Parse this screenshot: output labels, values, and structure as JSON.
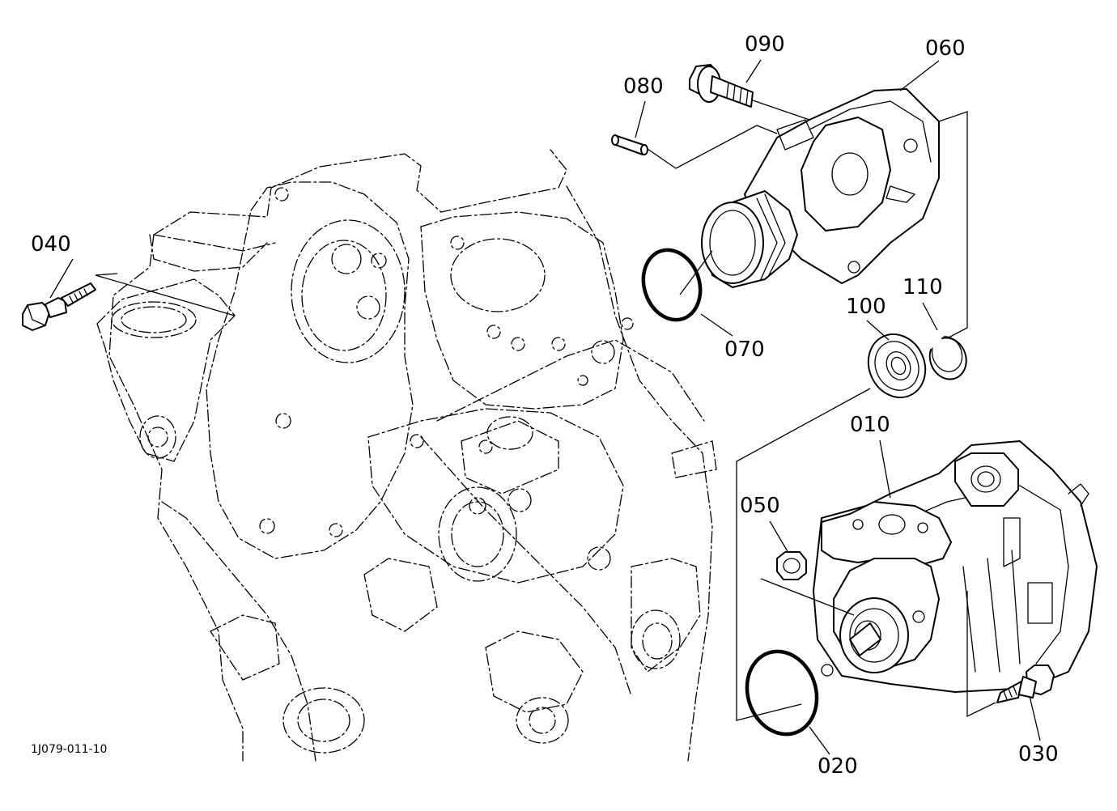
{
  "diagram": {
    "drawing_id": "1J079-011-10",
    "parts": [
      {
        "id": "p010",
        "number": "010"
      },
      {
        "id": "p020",
        "number": "020"
      },
      {
        "id": "p030",
        "number": "030"
      },
      {
        "id": "p040",
        "number": "040"
      },
      {
        "id": "p050",
        "number": "050"
      },
      {
        "id": "p060",
        "number": "060"
      },
      {
        "id": "p070",
        "number": "070"
      },
      {
        "id": "p080",
        "number": "080"
      },
      {
        "id": "p090",
        "number": "090"
      },
      {
        "id": "p100",
        "number": "100"
      },
      {
        "id": "p110",
        "number": "110"
      }
    ]
  }
}
